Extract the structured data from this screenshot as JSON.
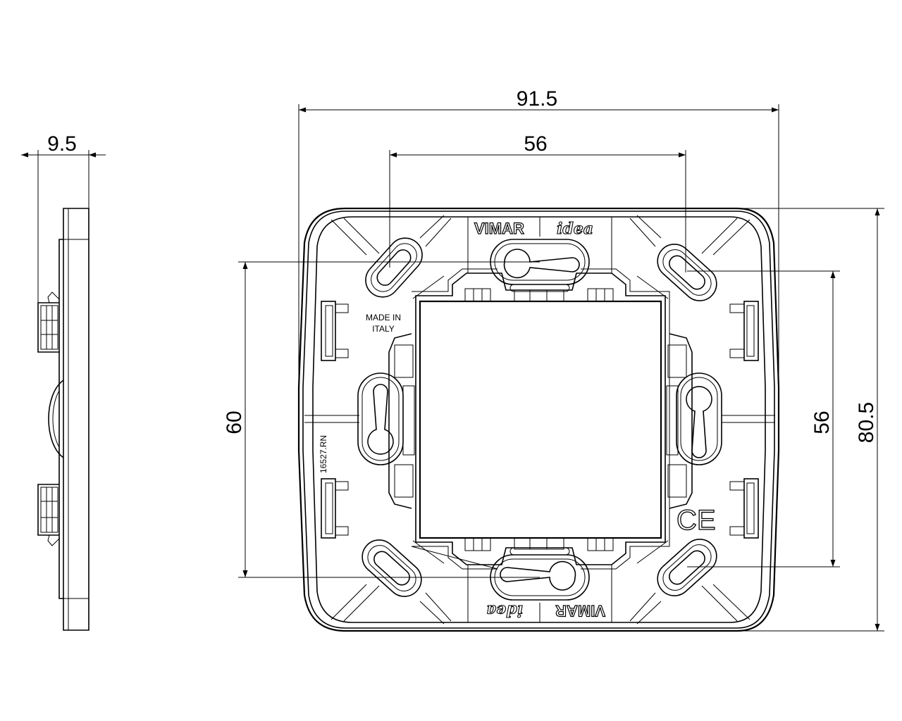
{
  "dimensions": {
    "side_depth": "9.5",
    "overall_width": "91.5",
    "hole_spacing_horizontal": "56",
    "hole_spacing_vertical_left": "60",
    "hole_spacing_vertical_right": "56",
    "overall_height": "80.5"
  },
  "markings": {
    "brand_top": "VIMAR",
    "series_top": "idea",
    "brand_bottom": "VIMAR",
    "series_bottom": "idea",
    "origin_line1": "MADE IN",
    "origin_line2": "ITALY",
    "part_code": "16527.RN",
    "conformity": "CE"
  }
}
